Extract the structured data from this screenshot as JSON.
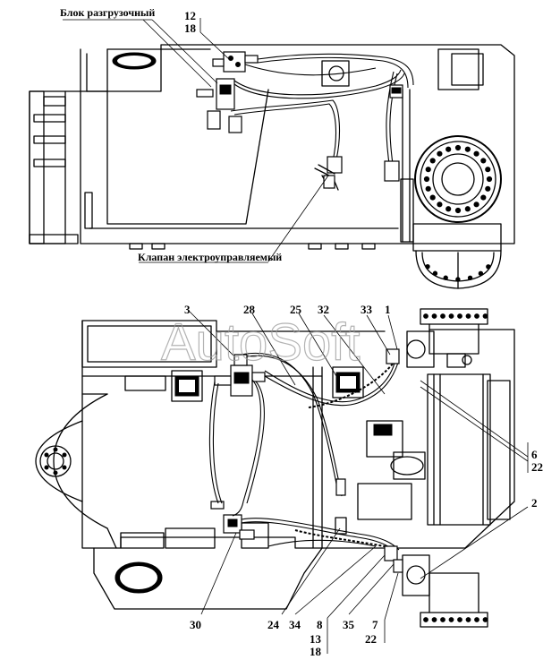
{
  "watermark": "AutoSoft",
  "top_view": {
    "label_unloading_block": "Блок разгрузочный",
    "label_solenoid_valve": "Клапан электроуправляемый",
    "callout_12": "12",
    "callout_18": "18"
  },
  "bottom_view": {
    "callouts_top": [
      "3",
      "28",
      "25",
      "32",
      "33",
      "1"
    ],
    "callout_6": "6",
    "callout_22a": "22",
    "callout_2": "2",
    "callouts_bottom": [
      "30",
      "24",
      "34",
      "8",
      "35",
      "7"
    ],
    "callout_13": "13",
    "callout_18b": "18",
    "callout_22b": "22"
  }
}
